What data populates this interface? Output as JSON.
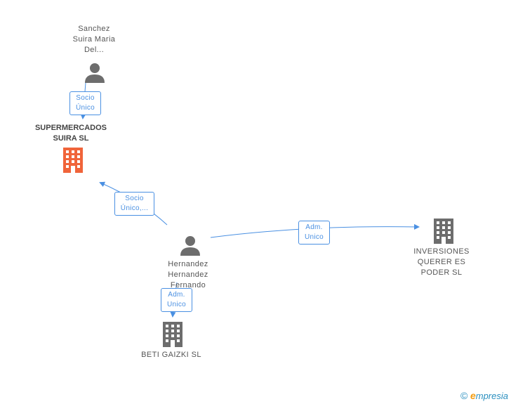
{
  "colors": {
    "edge": "#4a90e2",
    "person": "#6d6d6d",
    "company": "#6d6d6d",
    "company_focus": "#f0643a"
  },
  "nodes": {
    "sanchez": {
      "label": "Sanchez\nSuira Maria\nDel...",
      "icon": "person-icon"
    },
    "supermercados": {
      "label": "SUPERMERCADOS\nSUIRA SL",
      "icon": "building-icon"
    },
    "hernandez": {
      "label": "Hernandez\nHernandez\nFernando",
      "icon": "person-icon"
    },
    "inversiones": {
      "label": "INVERSIONES\nQUERER ES\nPODER SL",
      "icon": "building-icon"
    },
    "betigaizki": {
      "label": "BETI GAIZKI SL",
      "icon": "building-icon"
    }
  },
  "edges": {
    "sanchez_supermercados": {
      "label": "Socio\nÚnico"
    },
    "hernandez_supermercados": {
      "label": "Socio\nÚnico,..."
    },
    "hernandez_inversiones": {
      "label": "Adm.\nUnico"
    },
    "hernandez_betigaizki": {
      "label": "Adm.\nUnico"
    }
  },
  "footer": {
    "copyright": "©",
    "brand_initial": "e",
    "brand_rest": "mpresia"
  }
}
